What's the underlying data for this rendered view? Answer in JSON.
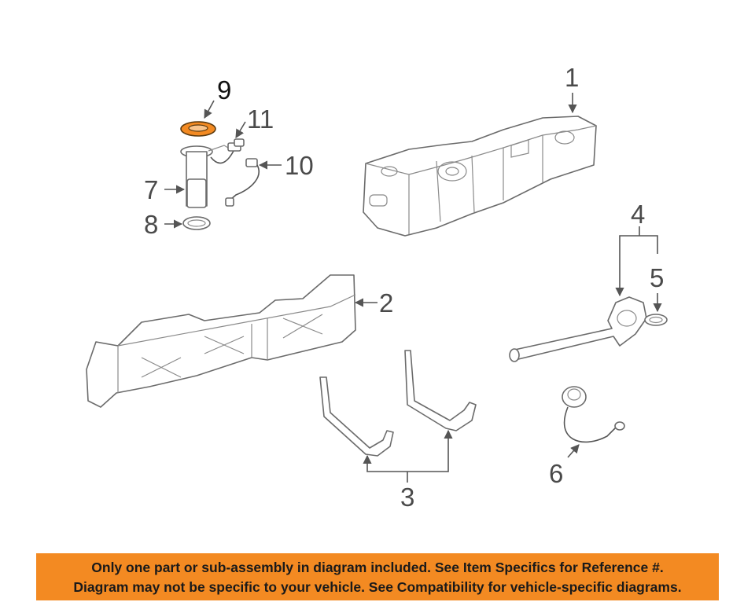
{
  "callouts": {
    "c1": "1",
    "c2": "2",
    "c3": "3",
    "c4": "4",
    "c5": "5",
    "c6": "6",
    "c7": "7",
    "c8": "8",
    "c9": "9",
    "c10": "10",
    "c11": "11"
  },
  "highlight_part": "9",
  "colors": {
    "highlight": "#f38a22",
    "banner": "#f38a22",
    "line_art": "#6b6b6b"
  },
  "disclaimer": {
    "line1": "Only one part or sub-assembly in diagram included. See Item Specifics for Reference #.",
    "line2": "Diagram may not be specific to your vehicle. See Compatibility for vehicle-specific diagrams."
  }
}
